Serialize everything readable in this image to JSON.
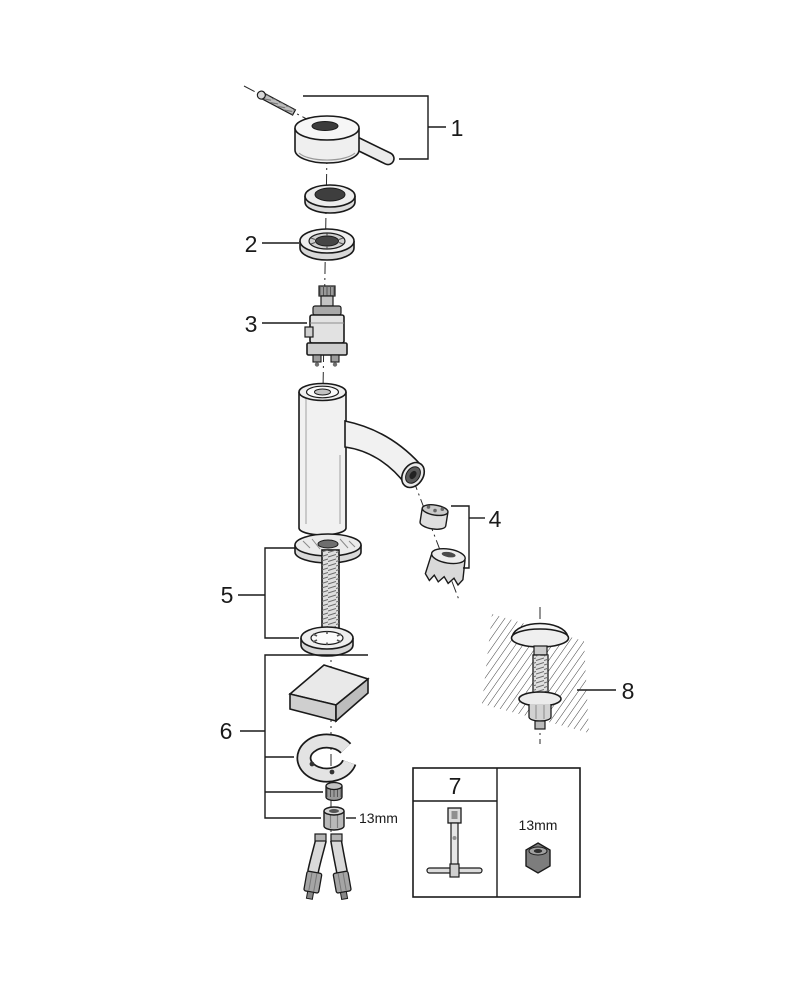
{
  "diagram": {
    "background": "#ffffff",
    "line_color": "#1a1a1a",
    "fill_light": "#f2f2f2",
    "fill_mid": "#d9d9d9",
    "fill_dark": "#4a4a4a"
  },
  "callouts": {
    "part1": "1",
    "part2": "2",
    "part3": "3",
    "part4": "4",
    "part5": "5",
    "part6": "6",
    "part7": "7",
    "part8": "8"
  },
  "labels": {
    "hex_nut_size": "13mm",
    "box_nut_size": "13mm"
  }
}
